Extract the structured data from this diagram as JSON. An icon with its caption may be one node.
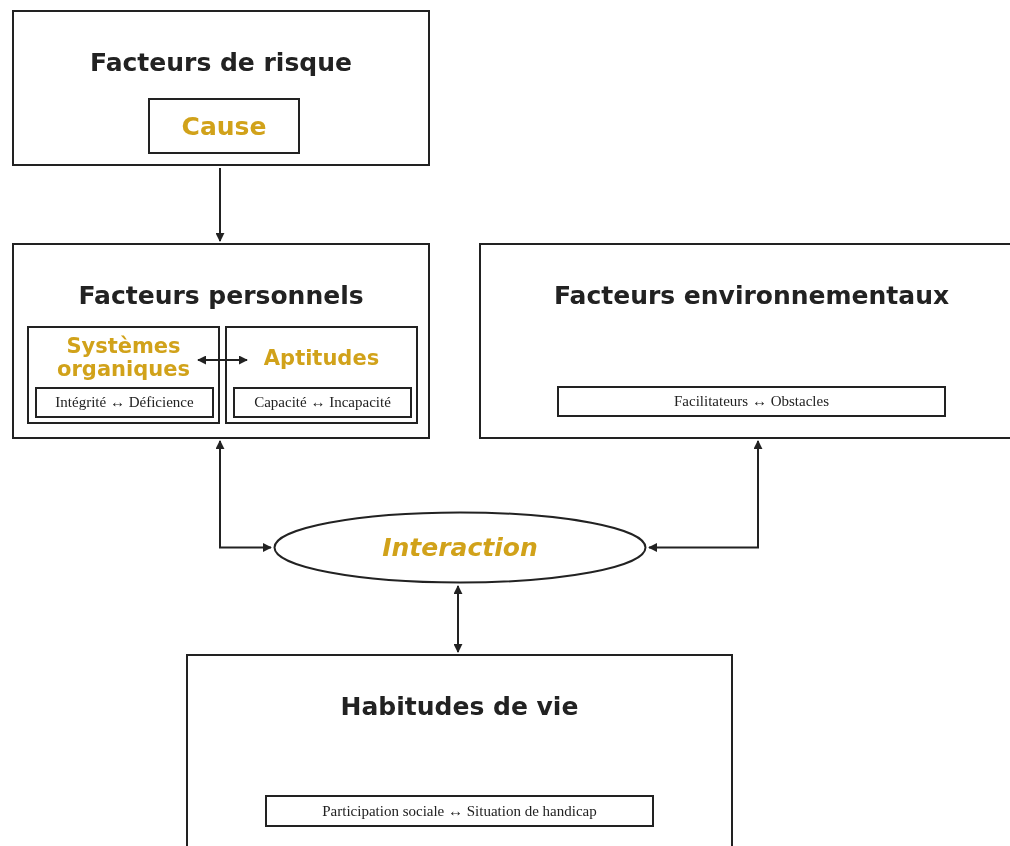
{
  "diagram": {
    "nodes": [
      {
        "text": [
          "Facteurs de risque"
        ]
      },
      {
        "text": [
          "Cause"
        ],
        "in": 0
      },
      {
        "text": [
          "Facteurs personnels"
        ]
      },
      {
        "text": [
          "Systèmes organiques"
        ],
        "in": 2
      },
      {
        "text": [
          "Intégrité ↔ Déficience"
        ],
        "in": 3
      },
      {
        "text": [
          "Aptitudes"
        ],
        "in": 2
      },
      {
        "text": [
          "Capacité ↔ Incapacité"
        ],
        "in": 5
      },
      {
        "text": [
          "Facteurs environnementaux"
        ]
      },
      {
        "text": [
          "Facilitateurs ↔ Obstacles"
        ],
        "in": 7
      },
      {
        "text": [
          "Interaction"
        ]
      },
      {
        "text": [
          "Habitudes de vie"
        ]
      },
      {
        "text": [
          "Participation sociale ↔ Situation de handicap"
        ],
        "in": 10
      }
    ],
    "edges": [
      {
        "from": 0,
        "to": 2,
        "arrow": "to"
      },
      {
        "from": 3,
        "to": 5,
        "arrow": "both"
      },
      {
        "from": 2,
        "to": 9,
        "arrow": "both"
      },
      {
        "from": 7,
        "to": 9,
        "arrow": "both"
      },
      {
        "from": 9,
        "to": 10,
        "arrow": "both"
      }
    ]
  }
}
